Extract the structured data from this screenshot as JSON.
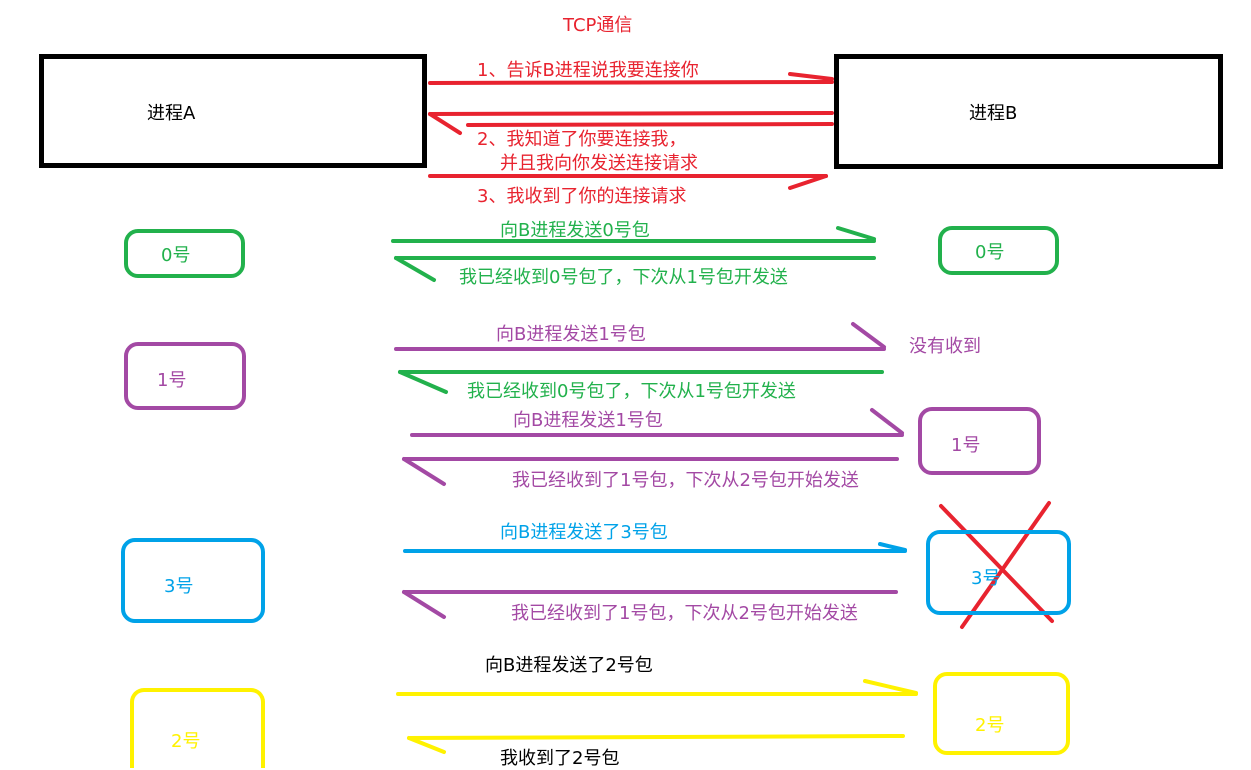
{
  "title": "TCP通信",
  "process_a": "进程A",
  "process_b": "进程B",
  "handshake": {
    "step1": "1、告诉B进程说我要连接你",
    "step2_line1": "2、我知道了你要连接我，",
    "step2_line2": "并且我向你发送连接请求",
    "step3": "3、我收到了你的连接请求"
  },
  "packets_a": [
    "0号",
    "1号",
    "3号",
    "2号"
  ],
  "packets_b": [
    "0号",
    "1号",
    "3号",
    "2号"
  ],
  "messages": {
    "send0": "向B进程发送0号包",
    "ack0": "我已经收到0号包了，下次从1号包开发送",
    "send1": "向B进程发送1号包",
    "lost": "没有收到",
    "ack0_repeat": "我已经收到0号包了，下次从1号包开发送",
    "send1_retry": "向B进程发送1号包",
    "ack1": "我已经收到了1号包，下次从2号包开始发送",
    "send3": "向B进程发送了3号包",
    "ack1_repeat": "我已经收到了1号包，下次从2号包开始发送",
    "send2": "向B进程发送了2号包",
    "ack2": "我收到了2号包"
  },
  "colors": {
    "black": "#000000",
    "red": "#e8232f",
    "green": "#22b14c",
    "purple": "#a349a4",
    "blue": "#00a2e8",
    "yellow": "#fff200"
  }
}
